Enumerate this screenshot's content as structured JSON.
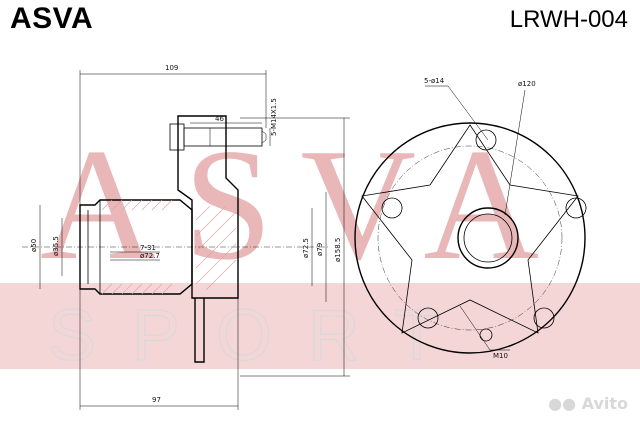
{
  "header": {
    "brand": "ASVA",
    "part_number": "LRWH-004"
  },
  "watermark": {
    "top_text": "ASVA",
    "bottom_text": "SPORT",
    "band_color": "#f5d6d6",
    "letter_color": "#e9b7b7"
  },
  "dimensions": {
    "overall_length": "109",
    "stud_length": "46",
    "stud_thread": "5-M14X1.5",
    "bore_outer": "ø50",
    "bore_inner": "ø35.5",
    "step_a": "7-31",
    "step_b": "ø72.7",
    "pilot": "ø72.5",
    "spigot": "ø79",
    "flange": "ø158.5",
    "base_length": "97",
    "holes": "5-ø14",
    "pcd": "ø120",
    "sensor_thread": "M10"
  },
  "corner_mark": {
    "text": "Avito",
    "icon": "avito-dots-icon"
  }
}
